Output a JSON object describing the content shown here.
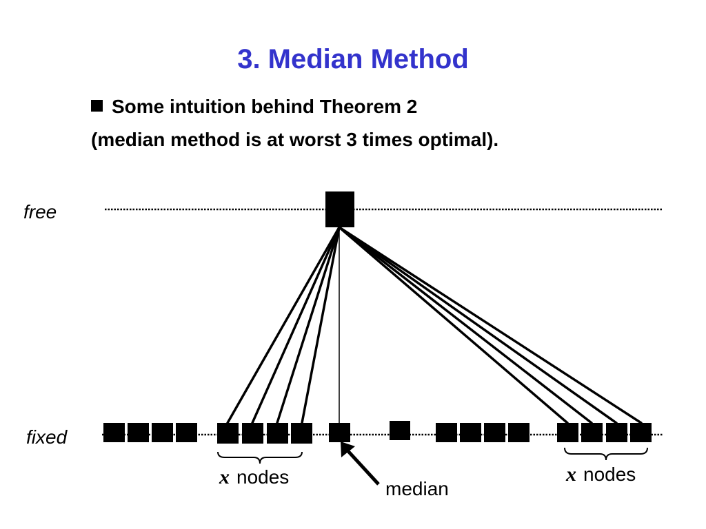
{
  "slide": {
    "title": "3. Median Method",
    "bullet": "Some intuition behind Theorem 2",
    "subtext": "(median method is at worst 3 times optimal)."
  },
  "diagram": {
    "row_labels": {
      "free": "free",
      "fixed": "fixed"
    },
    "group_labels": [
      {
        "variable": "x",
        "text": "nodes"
      },
      {
        "variable": "x",
        "text": "nodes"
      }
    ],
    "median_label": "median",
    "colors": {
      "title": "#3333cc",
      "ink": "#000000",
      "background": "#ffffff"
    }
  }
}
